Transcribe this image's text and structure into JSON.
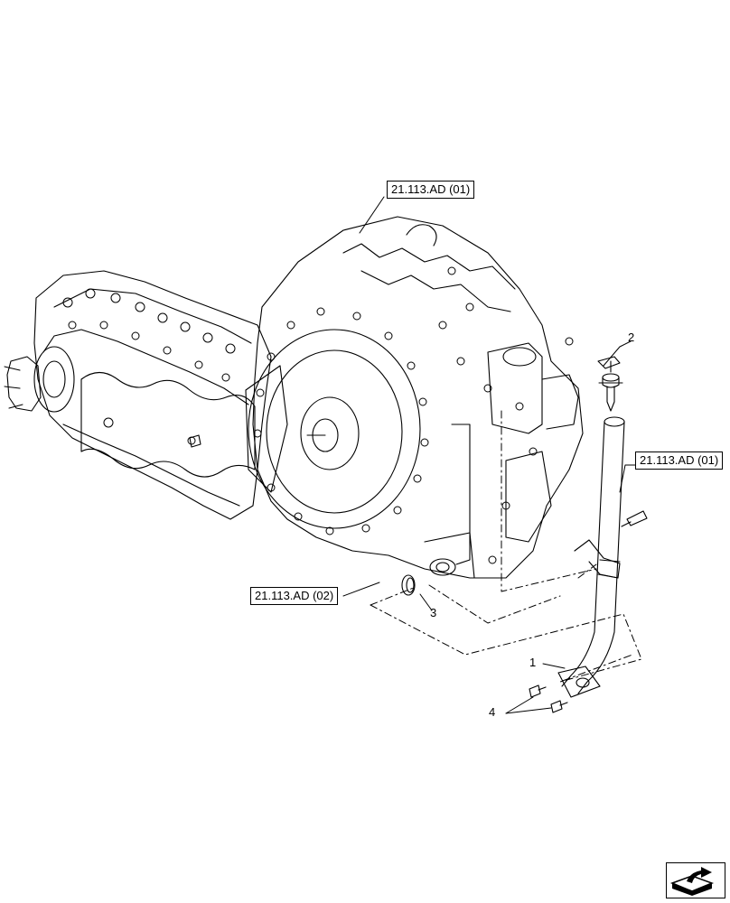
{
  "callouts": {
    "ref_top": "21.113.AD (01)",
    "ref_right": "21.113.AD (01)",
    "ref_bottom": "21.113.AD (02)"
  },
  "item_numbers": {
    "item1": "1",
    "item2": "2",
    "item3": "3",
    "item4": "4"
  },
  "icons": {
    "nav": "forward-arrow-icon"
  }
}
